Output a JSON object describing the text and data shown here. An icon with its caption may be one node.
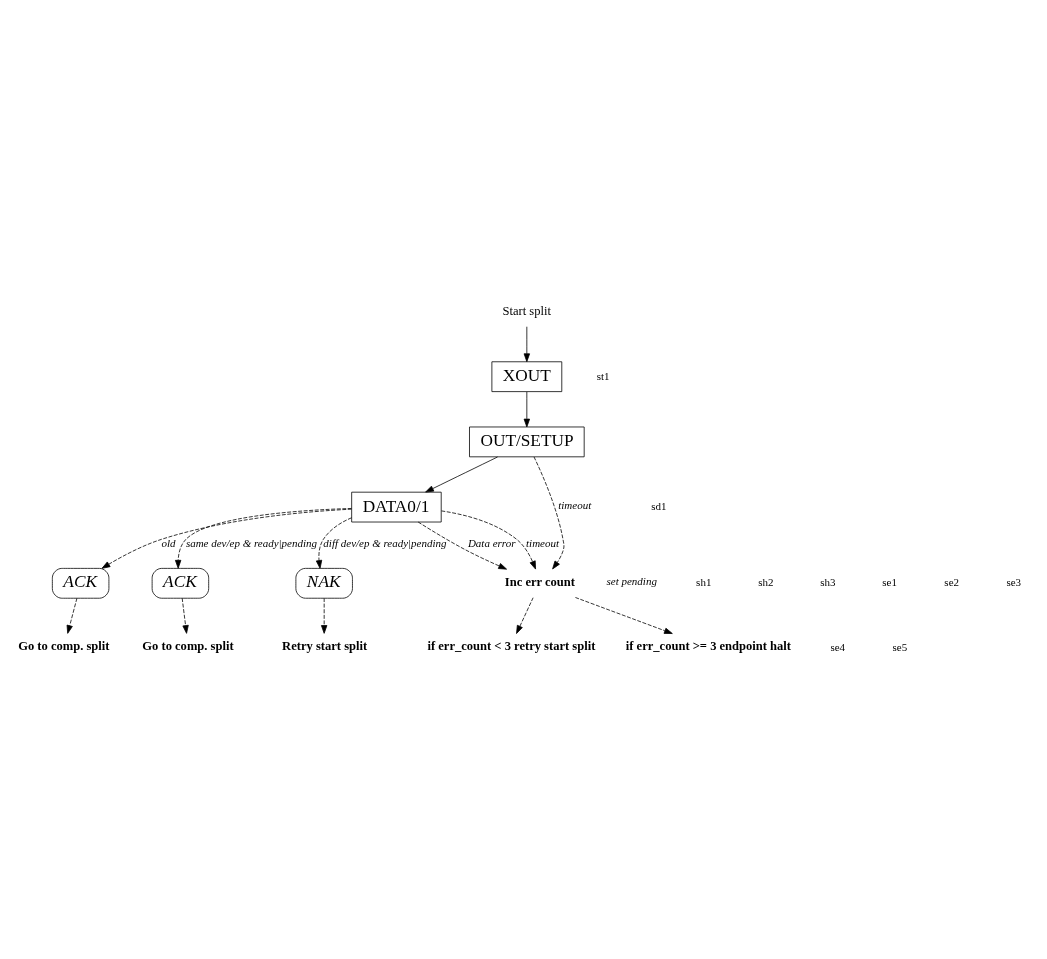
{
  "diagram": {
    "nodes": [
      {
        "text": [
          "Start split"
        ]
      },
      {
        "text": [
          "XOUT"
        ]
      },
      {
        "text": [
          "OUT/SETUP"
        ]
      },
      {
        "text": [
          "DATA0/1"
        ]
      },
      {
        "text": [
          "ACK"
        ]
      },
      {
        "text": [
          "ACK"
        ]
      },
      {
        "text": [
          "NAK"
        ]
      },
      {
        "text": [
          "Inc err count"
        ]
      },
      {
        "text": [
          "Go to comp. split"
        ]
      },
      {
        "text": [
          "Go to comp. split"
        ]
      },
      {
        "text": [
          "Retry start split"
        ]
      },
      {
        "text": [
          "if err_count < 3 retry start split"
        ]
      },
      {
        "text": [
          "if err_count >= 3 endpoint halt"
        ]
      }
    ],
    "edges": [
      {
        "from": 0,
        "to": 1,
        "arrow": "to"
      },
      {
        "from": 1,
        "to": 2,
        "arrow": "to"
      },
      {
        "from": 2,
        "to": 3,
        "arrow": "to"
      },
      {
        "from": 2,
        "to": 7,
        "arrow": "to",
        "label": "timeout",
        "style": "dashed"
      },
      {
        "from": 3,
        "to": 4,
        "arrow": "to",
        "label": "old",
        "style": "dashed"
      },
      {
        "from": 3,
        "to": 5,
        "arrow": "to",
        "label": "same dev/ep & ready|pending",
        "style": "dashed"
      },
      {
        "from": 3,
        "to": 6,
        "arrow": "to",
        "label": "diff dev/ep & ready|pending",
        "style": "dashed"
      },
      {
        "from": 3,
        "to": 7,
        "arrow": "to",
        "label": "Data error",
        "style": "dashed"
      },
      {
        "from": 3,
        "to": 7,
        "arrow": "to",
        "label": "timeout",
        "style": "dashed"
      },
      {
        "from": 4,
        "to": 8,
        "arrow": "to",
        "style": "dashed"
      },
      {
        "from": 5,
        "to": 9,
        "arrow": "to",
        "style": "dashed"
      },
      {
        "from": 6,
        "to": 10,
        "arrow": "to",
        "style": "dashed"
      },
      {
        "from": 7,
        "to": 11,
        "arrow": "to",
        "style": "dashed"
      },
      {
        "from": 7,
        "to": 12,
        "arrow": "to",
        "style": "dashed"
      }
    ],
    "labels": [
      "st1",
      "sd1",
      "set pending",
      "sh1",
      "sh2",
      "sh3",
      "se1",
      "se2",
      "se3",
      "se4",
      "se5"
    ]
  }
}
